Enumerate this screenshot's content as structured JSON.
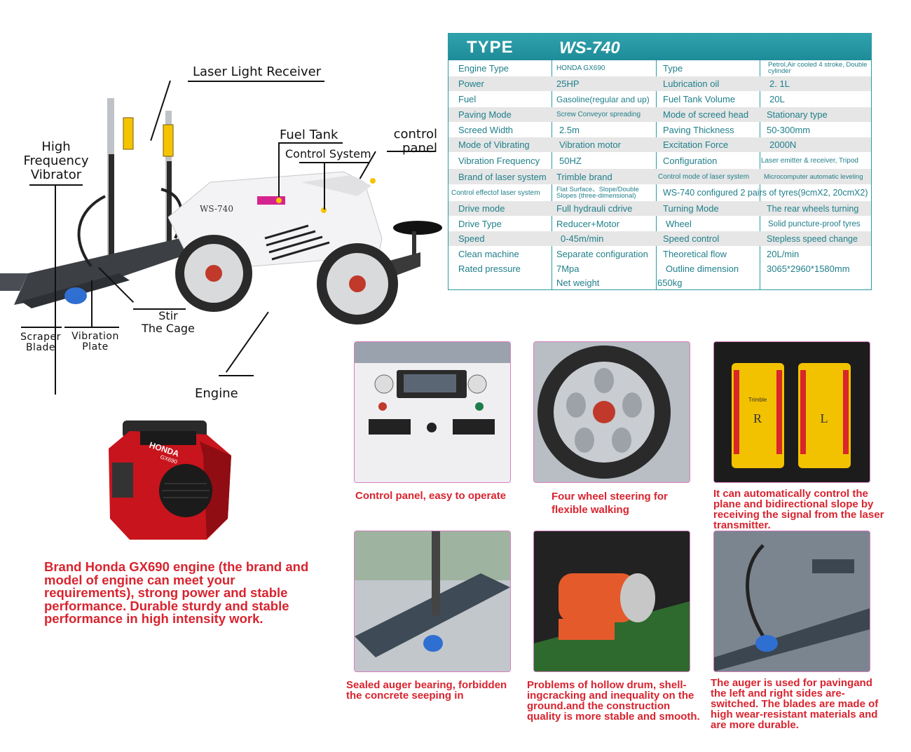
{
  "machine": {
    "callouts": {
      "laser": "Laser Light Receiver",
      "vibrator": [
        "High",
        "Frequency",
        "Vibrator"
      ],
      "fuel_tank": "Fuel Tank",
      "control_system": "Control System",
      "control_panel": [
        "control",
        "panel"
      ],
      "stir": [
        "Stir",
        "The Cage"
      ],
      "scraper": [
        "Scraper",
        "Blade"
      ],
      "vibration_plate": [
        "Vibration",
        "Plate"
      ],
      "engine": "Engine"
    },
    "model_badge": "WS-740"
  },
  "spec": {
    "title_label": "TYPE",
    "title_value": "WS-740",
    "rows": [
      [
        "Engine Type",
        "HONDA GX690",
        "Type",
        "Petrol,Air cooled 4 stroke, Double cylinder"
      ],
      [
        "Power",
        "25HP",
        "Lubrication oil",
        "2. 1L"
      ],
      [
        "Fuel",
        "Gasoline(regular and up)",
        "Fuel Tank Volume",
        "20L"
      ],
      [
        "Paving Mode",
        "Screw Conveyor spreading",
        "Mode of screed head",
        "Stationary type"
      ],
      [
        "Screed Width",
        "2.5m",
        "Paving Thickness",
        "50-300mm"
      ],
      [
        "Mode of Vibrating",
        "Vibration motor",
        "Excitation Force",
        "2000N"
      ],
      [
        "Vibration Frequency",
        "50HZ",
        "Configuration",
        "Laser emitter & receiver, Tripod"
      ],
      [
        "Brand of laser system",
        "Trimble brand",
        "Control mode of laser system",
        "Microcomputer automatic leveling"
      ],
      [
        "Control effectof laser system",
        "Flat Surface、Slope/Double Slopes (three-dimensional)",
        "WS-740 configured 2 pairs of tyres(9cmX2, 20cmX2)",
        ""
      ],
      [
        "Drive mode",
        "Full hydrauli cdrive",
        "Turning Mode",
        "The rear wheels turning"
      ],
      [
        "Drive Type",
        "Reducer+Motor",
        "Wheel",
        "Solid puncture-proof tyres"
      ],
      [
        "Speed",
        "0-45m/min",
        "Speed control",
        "Stepless speed change"
      ],
      [
        "Clean machine",
        "Separate configuration",
        "Theoretical flow",
        "20L/min"
      ],
      [
        "Rated pressure",
        "7Mpa",
        "Outline dimension",
        "3065*2960*1580mm"
      ],
      [
        "",
        "Net weight",
        "650kg",
        ""
      ]
    ]
  },
  "engine": {
    "brand": "HONDA",
    "model": "GX690",
    "description": [
      "Brand Honda GX690 engine (the brand and",
      "model of engine can meet your",
      "requirements), strong power and stable",
      "performance. Durable sturdy and stable",
      "performance in high intensity work."
    ]
  },
  "photos": {
    "control_panel": [
      "Control panel, easy to operate"
    ],
    "wheel": [
      "Four wheel steering for",
      "flexible walking"
    ],
    "laser": [
      "It can automatically control the",
      "plane and bidirectional slope by",
      "receiving the signal from the laser",
      "transmitter."
    ],
    "laser_labels": [
      "Trimble",
      "R",
      "L"
    ],
    "auger_bearing": [
      "Sealed auger bearing, forbidden",
      "the concrete seeping in"
    ],
    "vibrator": [
      "Problems of hollow drum, shell-",
      "ingcracking and inequality on the",
      "ground.and the construction",
      "quality is more stable and smooth."
    ],
    "auger": [
      "The auger is used for pavingand",
      "the left and right sides are-",
      "switched. The blades are made of",
      "high wear-resistant materials and",
      "are more durable."
    ]
  },
  "colors": {
    "teal": "#1e8c98",
    "red_caption": "#d8242f",
    "magenta": "#d6248f",
    "laser_yellow": "#f5c400"
  }
}
